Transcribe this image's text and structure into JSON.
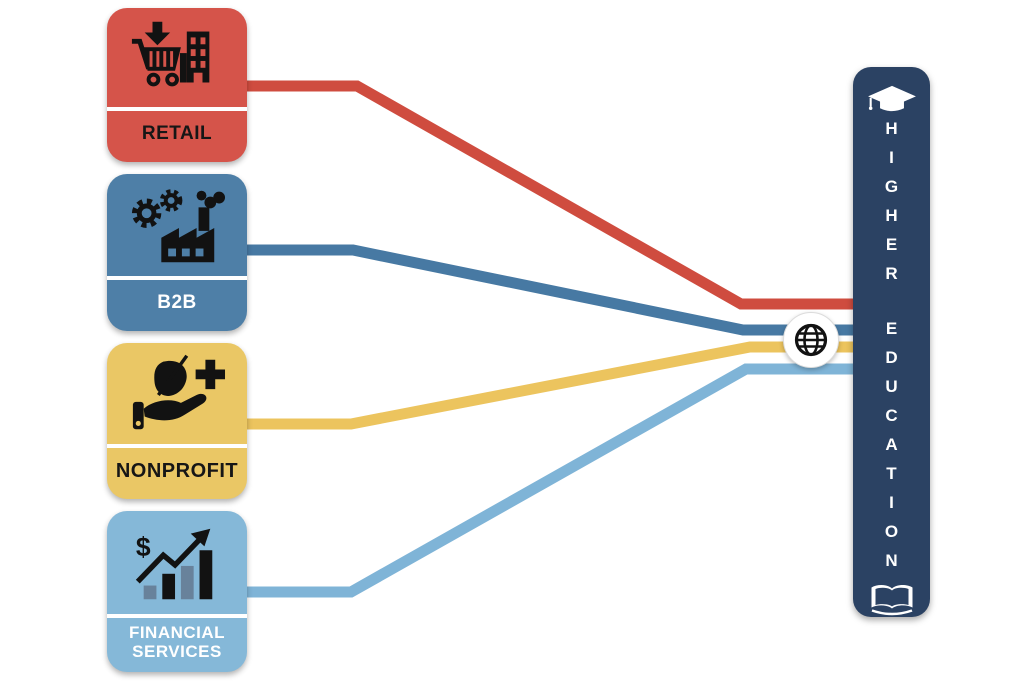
{
  "diagram": {
    "background_color": "#ffffff",
    "sectors": [
      {
        "label": "RETAIL",
        "icon": "cart-building-icon",
        "box_color": "#d5544a",
        "line_color": "#cf4c3f",
        "label_color": "#161616"
      },
      {
        "label": "B2B",
        "icon": "gears-factory-icon",
        "box_color": "#4e7fa7",
        "line_color": "#4779a3",
        "label_color": "#ffffff"
      },
      {
        "label": "NONPROFIT",
        "icon": "hand-leaf-plus-icon",
        "box_color": "#eac765",
        "line_color": "#ecc45e",
        "label_color": "#161616"
      },
      {
        "label": "FINANCIAL SERVICES",
        "icon": "growth-chart-icon",
        "box_color": "#85b8d8",
        "line_color": "#7fb4d7",
        "label_color": "#ffffff"
      }
    ],
    "hub": {
      "icon": "globe-icon"
    },
    "destination": {
      "word1": "HIGHER",
      "word2": "EDUCATION",
      "bar_color": "#2b4263",
      "text_color": "#ffffff",
      "top_icon": "graduation-cap-icon",
      "bottom_icon": "open-book-icon"
    }
  }
}
